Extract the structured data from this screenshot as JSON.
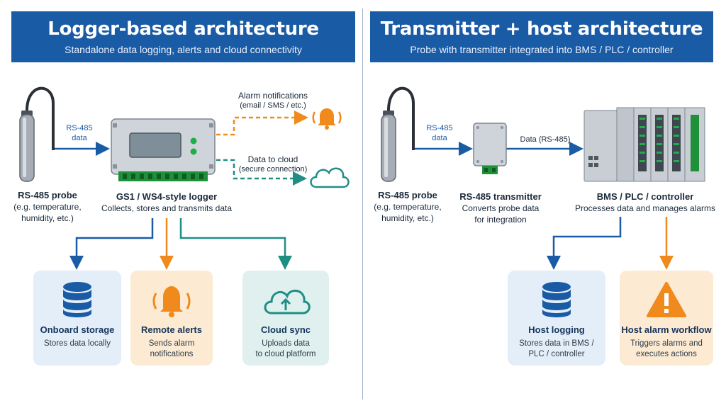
{
  "left": {
    "title": "Logger-based architecture",
    "subtitle": "Standalone data logging, alerts and cloud connectivity",
    "probe": {
      "title": "RS-485 probe",
      "desc1": "(e.g. temperature,",
      "desc2": "humidity, etc.)"
    },
    "edge_rs485_1": "RS-485",
    "edge_rs485_2": "data",
    "logger": {
      "title": "GS1 / WS4-style logger",
      "desc": "Collects, stores and transmits data"
    },
    "alarm_edge": {
      "line1": "Alarm notifications",
      "line2": "(email / SMS / etc.)"
    },
    "cloud_edge": {
      "line1": "Data to cloud",
      "line2": "(secure connection)"
    },
    "cards": [
      {
        "title": "Onboard storage",
        "desc1": "Stores data locally",
        "desc2": ""
      },
      {
        "title": "Remote alerts",
        "desc1": "Sends alarm",
        "desc2": "notifications"
      },
      {
        "title": "Cloud sync",
        "desc1": "Uploads data",
        "desc2": "to cloud platform"
      }
    ]
  },
  "right": {
    "title": "Transmitter + host architecture",
    "subtitle": "Probe with transmitter integrated into BMS / PLC / controller",
    "probe": {
      "title": "RS-485 probe",
      "desc1": "(e.g. temperature,",
      "desc2": "humidity, etc.)"
    },
    "edge_rs485_1": "RS-485",
    "edge_rs485_2": "data",
    "transmitter": {
      "title": "RS-485 transmitter",
      "desc1": "Converts probe data",
      "desc2": "for integration"
    },
    "edge_data": "Data (RS-485)",
    "host": {
      "title": "BMS / PLC / controller",
      "desc": "Processes data and manages alarms"
    },
    "cards": [
      {
        "title": "Host logging",
        "desc1": "Stores data in BMS /",
        "desc2": "PLC / controller"
      },
      {
        "title": "Host alarm workflow",
        "desc1": "Triggers alarms and",
        "desc2": "executes actions"
      }
    ]
  },
  "colors": {
    "blue": "#1a5ba6",
    "orange": "#f08a1c",
    "teal": "#1f8f84",
    "navy": "#16345c"
  }
}
